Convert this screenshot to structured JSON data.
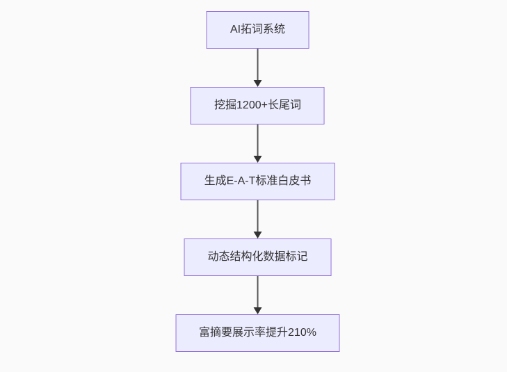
{
  "flowchart": {
    "type": "flowchart",
    "direction": "top-down",
    "nodes": [
      {
        "id": "A",
        "label": "AI拓词系统"
      },
      {
        "id": "B",
        "label": "挖掘1200+长尾词"
      },
      {
        "id": "C",
        "label": "生成E-A-T标准白皮书"
      },
      {
        "id": "D",
        "label": "动态结构化数据标记"
      },
      {
        "id": "E",
        "label": "富摘要展示率提升210%"
      }
    ],
    "edges": [
      {
        "from": "A",
        "to": "B",
        "style": "arrow"
      },
      {
        "from": "B",
        "to": "C",
        "style": "arrow"
      },
      {
        "from": "C",
        "to": "D",
        "style": "arrow"
      },
      {
        "from": "D",
        "to": "E",
        "style": "arrow"
      }
    ],
    "colors": {
      "node_fill": "#ECECFF",
      "node_border": "#9370DB",
      "text": "#333333",
      "arrow_line": "#555555",
      "arrow_head": "#333333",
      "background": "#fafafa"
    }
  }
}
